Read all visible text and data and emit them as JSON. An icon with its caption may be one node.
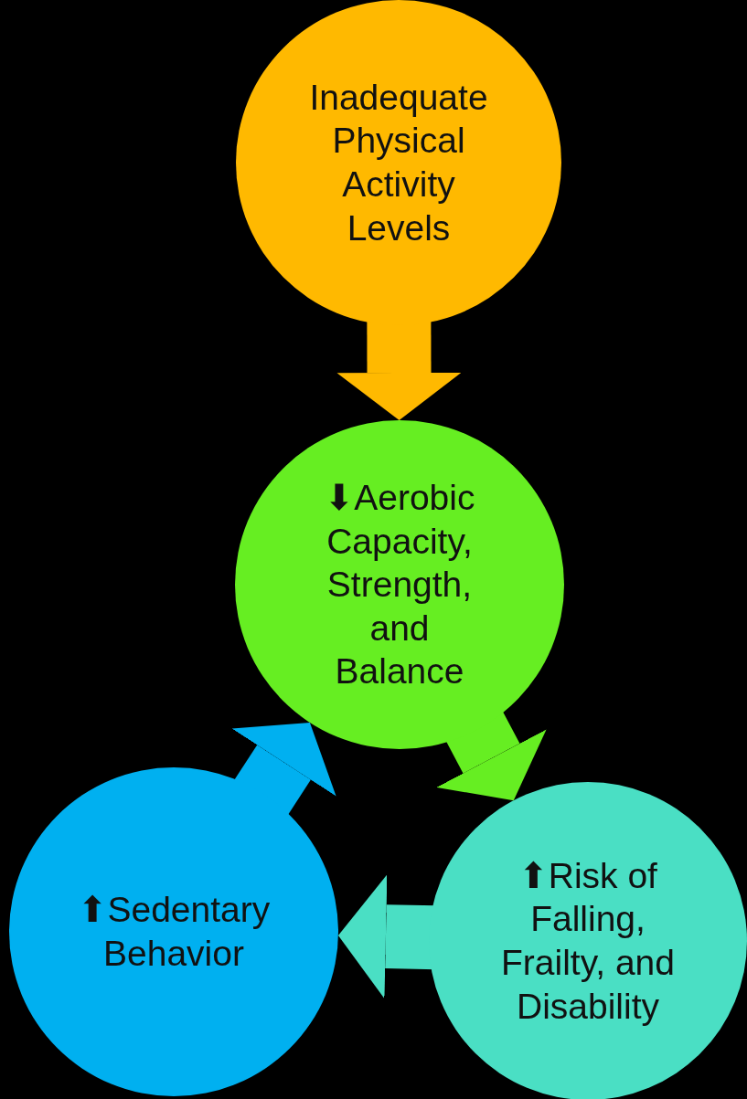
{
  "diagram": {
    "nodes": [
      {
        "text": [
          "Inadequate Physical Activity Levels"
        ]
      },
      {
        "text": [
          "⬇Aerobic Capacity, Strength, and Balance"
        ]
      },
      {
        "text": [
          "⬆Risk of Falling, Frailty, and Disability"
        ]
      },
      {
        "text": [
          "⬆Sedentary Behavior"
        ]
      }
    ],
    "edges": [
      {
        "from": 0,
        "to": 1,
        "arrow": "to",
        "color": "#ffb900"
      },
      {
        "from": 1,
        "to": 2,
        "arrow": "to",
        "color": "#66ee22"
      },
      {
        "from": 2,
        "to": 3,
        "arrow": "to",
        "color": "#4adfc4"
      },
      {
        "from": 3,
        "to": 1,
        "arrow": "to",
        "color": "#00b0f0"
      }
    ]
  }
}
